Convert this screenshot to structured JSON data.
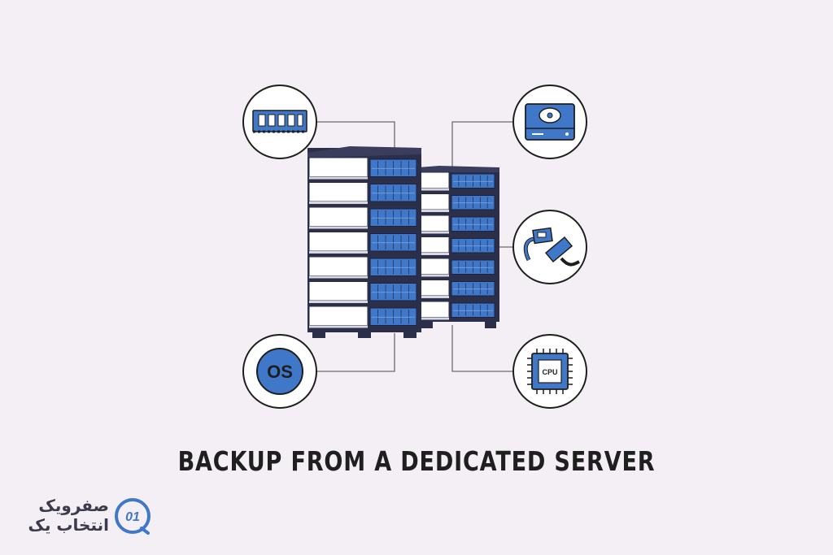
{
  "title": "BACKUP FROM A DEDICATED SERVER",
  "icons": {
    "os_label": "OS",
    "cpu_label": "CPU"
  },
  "logo": {
    "line1": "صفرویک",
    "line2": "انتخاب یک",
    "mark_text": "01"
  },
  "colors": {
    "background": "#f3eff5",
    "accent_blue": "#3f78c8",
    "dark_navy": "#2c2f4a",
    "outline": "#1e1e1e"
  }
}
